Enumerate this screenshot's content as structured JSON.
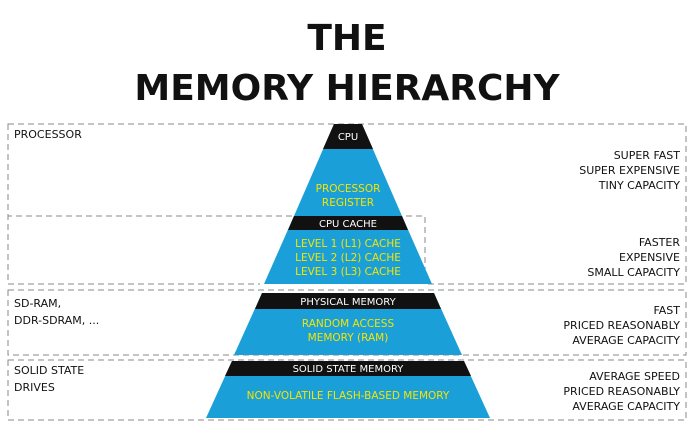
{
  "title": {
    "line1": "THE",
    "line2": "MEMORY HIERARCHY"
  },
  "colors": {
    "band": "#111111",
    "fill": "#1b9fd8",
    "inner_text": "#f5e500",
    "band_text": "#ffffff",
    "dash": "#888888"
  },
  "sections": [
    {
      "left_label": [
        "PROCESSOR"
      ],
      "right_label": [
        "SUPER FAST",
        "SUPER EXPENSIVE",
        "TINY CAPACITY"
      ]
    },
    {
      "left_label": [],
      "right_label": [
        "FASTER",
        "EXPENSIVE",
        "SMALL CAPACITY"
      ]
    },
    {
      "left_label": [
        "SD-RAM,",
        "DDR-SDRAM, ..."
      ],
      "right_label": [
        "FAST",
        "PRICED REASONABLY",
        "AVERAGE CAPACITY"
      ]
    },
    {
      "left_label": [
        "SOLID STATE",
        "DRIVES"
      ],
      "right_label": [
        "AVERAGE SPEED",
        "PRICED REASONABLY",
        "AVERAGE CAPACITY"
      ]
    }
  ],
  "pyramid": {
    "cpu": {
      "header": "CPU",
      "body": [
        "PROCESSOR",
        "REGISTER"
      ]
    },
    "cache": {
      "header": "CPU CACHE",
      "body": [
        "LEVEL 1 (L1) CACHE",
        "LEVEL 2 (L2) CACHE",
        "LEVEL 3 (L3) CACHE"
      ]
    },
    "physical": {
      "header": "PHYSICAL MEMORY",
      "body": [
        "RANDOM ACCESS",
        "MEMORY (RAM)"
      ]
    },
    "ssd": {
      "header": "SOLID STATE MEMORY",
      "body": [
        "NON-VOLATILE FLASH-BASED MEMORY"
      ]
    }
  }
}
